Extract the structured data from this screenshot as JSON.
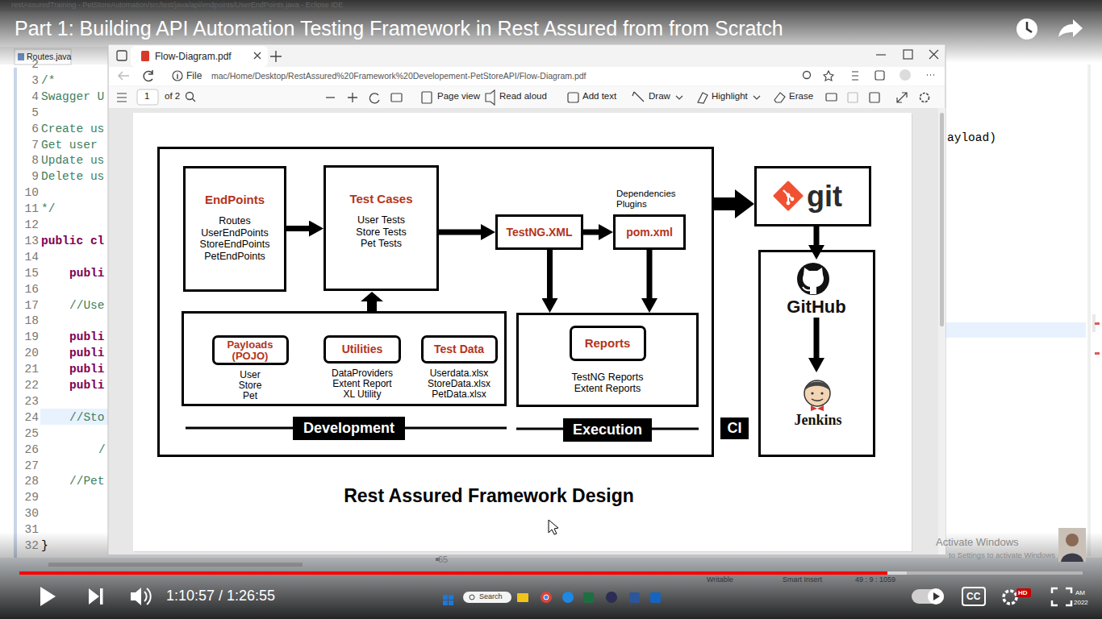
{
  "diagram": {
    "title": "Part 1: Building API Automation Testing Framework in Rest Assured from from Scratch",
    "caption": "Rest Assured Framework Design",
    "nodes": [
      {
        "text": [
          "EndPoints",
          "Routes UserEndPoints StoreEndPoints PetEndPoints"
        ]
      },
      {
        "text": [
          "Test Cases",
          "User Tests Store Tests Pet Tests"
        ]
      },
      {
        "text": [
          "TestNG.XML"
        ]
      },
      {
        "text": [
          "pom.xml"
        ]
      },
      {
        "text": [
          "Payloads (POJO)",
          "User Store Pet"
        ]
      },
      {
        "text": [
          "Utilities",
          "DataProviders Extent Report XL Utility"
        ]
      },
      {
        "text": [
          "Test Data",
          "Userdata.xlsx StoreData.xlsx PetData.xlsx"
        ]
      },
      {
        "text": [
          "Reports",
          "TestNG Reports Extent Reports"
        ]
      },
      {
        "text": [
          "git"
        ]
      },
      {
        "text": [
          "GitHub"
        ]
      },
      {
        "text": [
          "Jenkins"
        ]
      },
      {
        "text": [
          "Development"
        ]
      },
      {
        "text": [
          "Execution"
        ]
      },
      {
        "text": [
          "CI"
        ]
      }
    ],
    "edges": [
      {
        "from": 0,
        "to": 1,
        "arrow": "to"
      },
      {
        "from": 1,
        "to": 2,
        "arrow": "to"
      },
      {
        "from": 2,
        "to": 3,
        "arrow": "to"
      },
      {
        "from": 2,
        "to": 7,
        "arrow": "to"
      },
      {
        "from": 3,
        "to": 7,
        "arrow": "to"
      },
      {
        "from": 8,
        "to": 9,
        "arrow": "to"
      },
      {
        "from": 9,
        "to": 10,
        "arrow": "to"
      }
    ],
    "labels": [
      "Dependencies Plugins",
      "restAssuredTraining - PetStoreAutomation/src/test/java/api/endpoints/UserEndPoints.java - Eclipse IDE",
      "Routes.java",
      "2",
      "3",
      "4",
      "5",
      "6",
      "7",
      "8",
      "9",
      "10",
      "11",
      "12",
      "13",
      "14",
      "15",
      "16",
      "17",
      "18",
      "19",
      "20",
      "21",
      "22",
      "23",
      "24",
      "25",
      "26",
      "27",
      "28",
      "29",
      "30",
      "31",
      "32",
      "/*",
      "Swagger U",
      "Create us",
      "Get user",
      "Update us",
      "Delete us",
      "*/",
      "public cl",
      "publi",
      "//Use",
      "publi",
      "publi",
      "publi",
      "publi",
      "//Sto",
      "/",
      "//Pet",
      "}",
      "ayload)",
      "65",
      "Flow-Diagram.pdf",
      "File",
      "mac/Home/Desktop/RestAssured%20Framework%20Developement-PetStoreAPI/Flow-Diagram.pdf",
      "1",
      "of 2",
      "Page view",
      "Read aloud",
      "Add text",
      "Draw",
      "Highlight",
      "Erase",
      "Writable",
      "Smart Insert",
      "49 : 9 : 1059",
      "Activate Windows",
      "to Settings to activate Windows",
      "1:10:57 / 1:26:55",
      "Search",
      "CC",
      "HD",
      "AM",
      "2022"
    ]
  }
}
